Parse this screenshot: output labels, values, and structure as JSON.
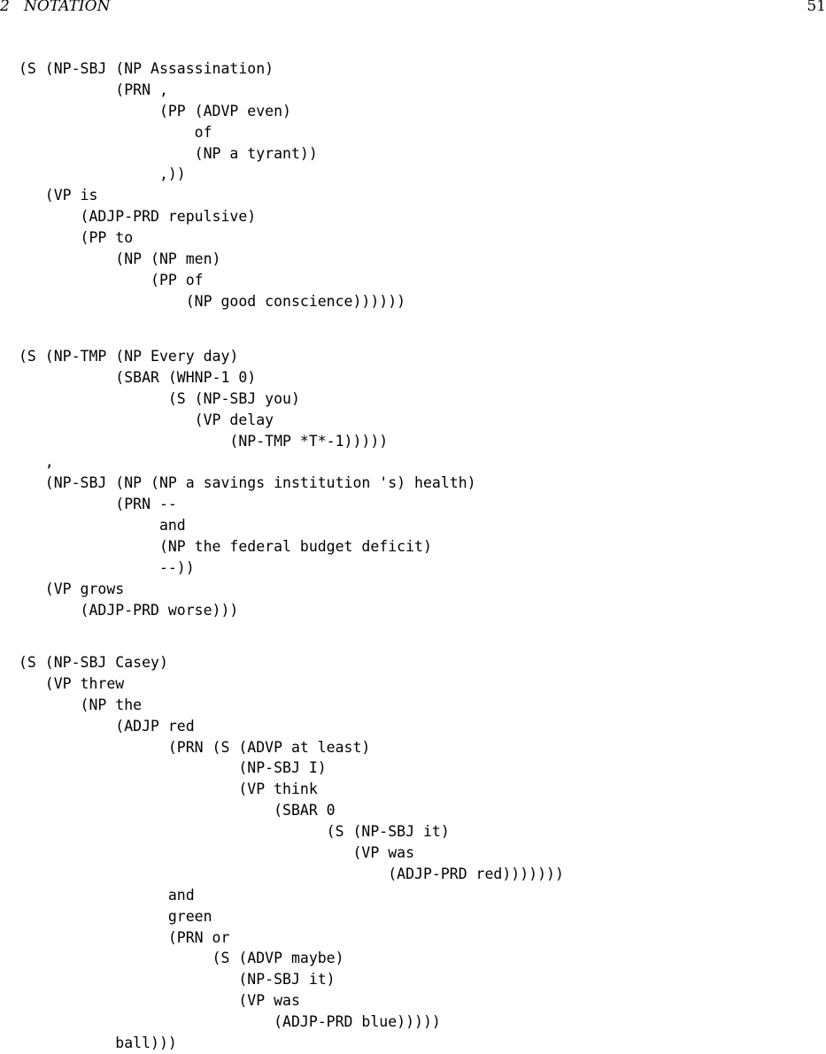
{
  "header": {
    "section": "2   NOTATION",
    "page_number": "51"
  },
  "trees": [
    {
      "lines": [
        "(S (NP-SBJ (NP Assassination)",
        "           (PRN ,",
        "                (PP (ADVP even)",
        "                    of",
        "                    (NP a tyrant))",
        "                ,))",
        "   (VP is",
        "       (ADJP-PRD repulsive)",
        "       (PP to",
        "           (NP (NP men)",
        "               (PP of",
        "                   (NP good conscience))))))"
      ]
    },
    {
      "lines": [
        "(S (NP-TMP (NP Every day)",
        "           (SBAR (WHNP-1 0)",
        "                 (S (NP-SBJ you)",
        "                    (VP delay",
        "                        (NP-TMP *T*-1)))))",
        "   ,",
        "   (NP-SBJ (NP (NP a savings institution 's) health)",
        "           (PRN --",
        "                and",
        "                (NP the federal budget deficit)",
        "                --))",
        "   (VP grows",
        "       (ADJP-PRD worse)))"
      ]
    },
    {
      "lines": [
        "(S (NP-SBJ Casey)",
        "   (VP threw",
        "       (NP the",
        "           (ADJP red",
        "                 (PRN (S (ADVP at least)",
        "                         (NP-SBJ I)",
        "                         (VP think",
        "                             (SBAR 0",
        "                                   (S (NP-SBJ it)",
        "                                      (VP was",
        "                                          (ADJP-PRD red)))))))",
        "                 and",
        "                 green",
        "                 (PRN or",
        "                      (S (ADVP maybe)",
        "                         (NP-SBJ it)",
        "                         (VP was",
        "                             (ADJP-PRD blue)))))",
        "           ball)))"
      ]
    }
  ]
}
